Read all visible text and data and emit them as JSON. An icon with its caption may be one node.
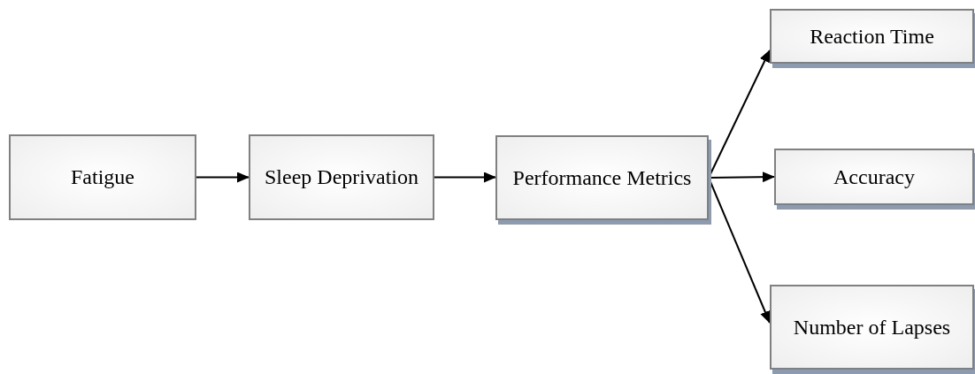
{
  "diagram": {
    "nodes": [
      {
        "text": [
          "Fatigue"
        ]
      },
      {
        "text": [
          "Sleep Deprivation"
        ]
      },
      {
        "text": [
          "Performance Metrics"
        ]
      },
      {
        "text": [
          "Reaction Time"
        ]
      },
      {
        "text": [
          "Accuracy"
        ]
      },
      {
        "text": [
          "Number of Lapses"
        ]
      }
    ],
    "edges": [
      {
        "from": 0,
        "to": 1,
        "arrow": "to"
      },
      {
        "from": 1,
        "to": 2,
        "arrow": "to"
      },
      {
        "from": 2,
        "to": 3,
        "arrow": "to"
      },
      {
        "from": 2,
        "to": 4,
        "arrow": "to"
      },
      {
        "from": 2,
        "to": 5,
        "arrow": "to"
      }
    ]
  }
}
